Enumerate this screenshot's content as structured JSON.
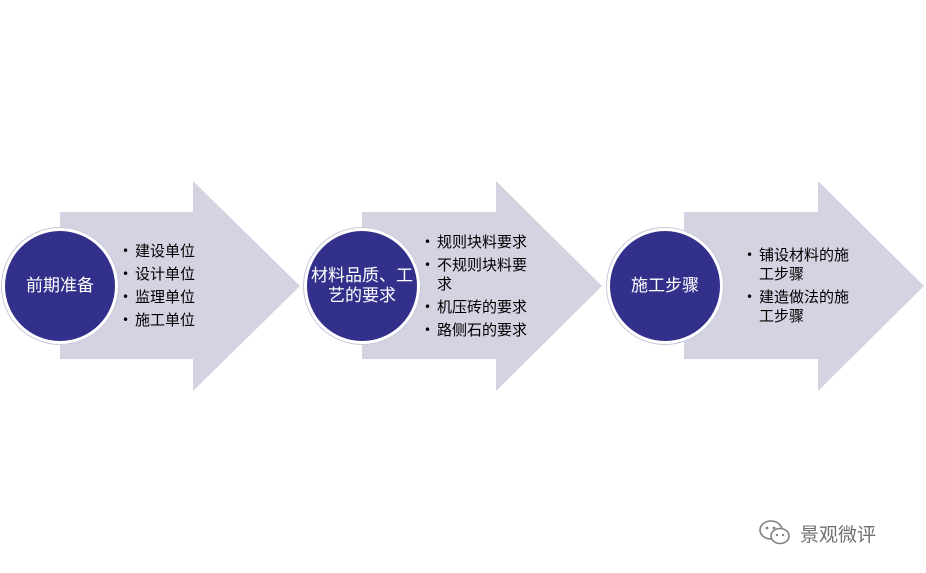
{
  "colors": {
    "arrow_fill": "#d3d3e1",
    "circle_fill": "#33308c",
    "circle_text": "#ffffff",
    "bullet_text": "#000000",
    "watermark_text": "#707070"
  },
  "steps": [
    {
      "title": "前期准备",
      "items": [
        "建设单位",
        "设计单位",
        "监理单位",
        "施工单位"
      ]
    },
    {
      "title": "材料品质、工艺的要求",
      "items": [
        "规则块料要求",
        "不规则块料要求",
        "机压砖的要求",
        "路侧石的要求"
      ]
    },
    {
      "title": "施工步骤",
      "items": [
        "铺设材料的施工步骤",
        "建造做法的施工步骤"
      ]
    }
  ],
  "watermark": {
    "icon": "wechat-icon",
    "text": "景观微评"
  }
}
